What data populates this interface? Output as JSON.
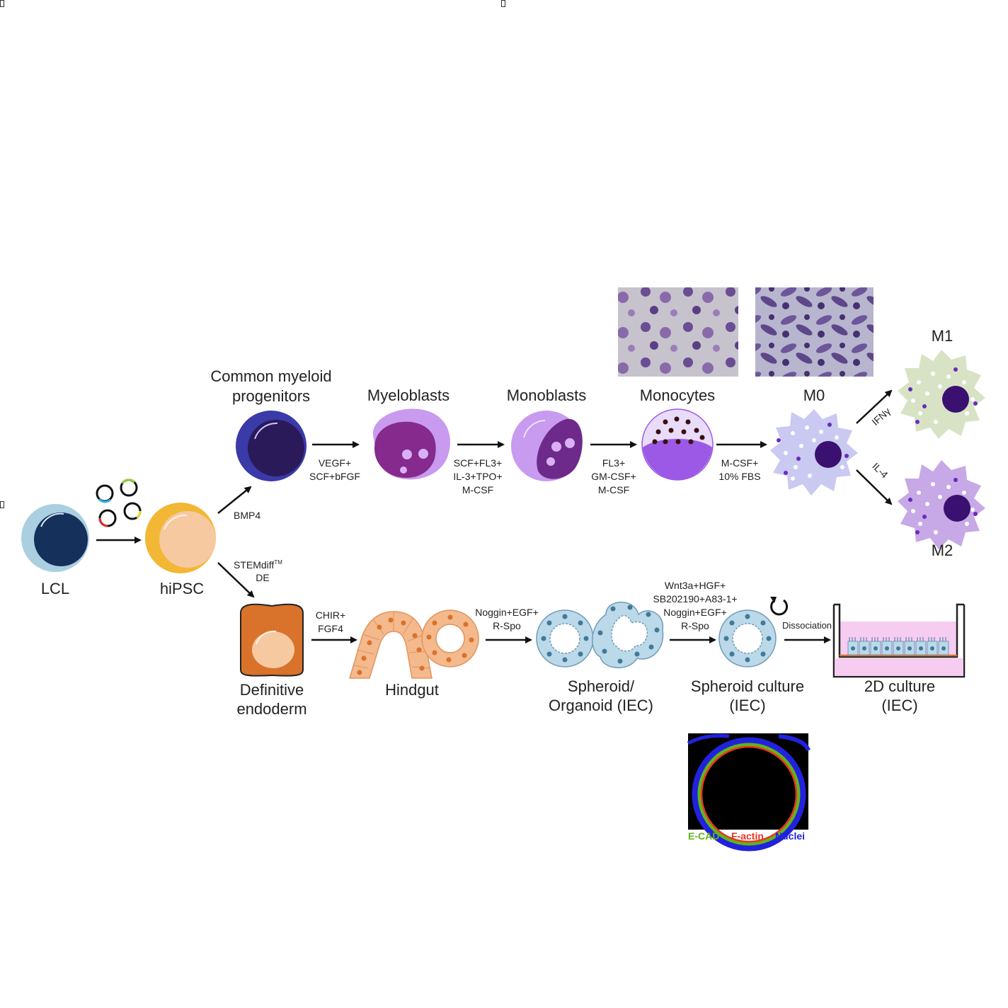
{
  "labels": {
    "lcl": "LCL",
    "hipsc": "hiPSC",
    "cmp_1": "Common myeloid",
    "cmp_2": "progenitors",
    "myeloblasts": "Myeloblasts",
    "monoblasts": "Monoblasts",
    "monocytes": "Monocytes",
    "m0": "M0",
    "m1": "M1",
    "m2": "M2",
    "de_1": "Definitive",
    "de_2": "endoderm",
    "hindgut": "Hindgut",
    "spheroid_1": "Spheroid/",
    "spheroid_2": "Organoid (IEC)",
    "culture_1": "Spheroid culture",
    "culture_2": "(IEC)",
    "twod_1": "2D culture",
    "twod_2": "(IEC)"
  },
  "factors": {
    "bmp4": "BMP4",
    "stemdiff_1": "STEMdiff",
    "stemdiff_tm": "TM",
    "stemdiff_2": "DE",
    "vegf_1": "VEGF+",
    "vegf_2": "SCF+bFGF",
    "scf_1": "SCF+FL3+",
    "scf_2": "IL-3+TPO+",
    "scf_3": "M-CSF",
    "fl3_1": "FL3+",
    "fl3_2": "GM-CSF+",
    "fl3_3": "M-CSF",
    "mcsf_1": "M-CSF+",
    "mcsf_2": "10% FBS",
    "ifng": "IFNγ",
    "il4": "IL-4",
    "chir_1": "CHIR+",
    "chir_2": "FGF4",
    "noggin_1": "Noggin+EGF+",
    "noggin_2": "R-Spo",
    "wnt_1": "Wnt3a+HGF+",
    "wnt_2": "SB202190+A83-1+",
    "wnt_3": "Noggin+EGF+",
    "wnt_4": "R-Spo",
    "dissociation": "Dissociation"
  },
  "legend": {
    "ecad": "E-CAD",
    "factin": "F-actin",
    "nuclei": "Nuclei"
  },
  "colors": {
    "lcl_outer": "#a9cfe0",
    "lcl_nucleus": "#15305a",
    "hipsc_outer": "#f2b734",
    "hipsc_inner": "#f6c9a0",
    "cmp": "#3a3aa8",
    "myeloblast": "#c89af0",
    "monocyte": "#9b59e6",
    "macrophage_m0": "#c9c9f2",
    "macrophage_m1": "#d8e3c6",
    "macrophage_m2": "#c6a9e6",
    "endoderm": "#d9722b",
    "hindgut": "#f4b98c",
    "epithelium": "#bcd9ea",
    "arrow": "#111111",
    "ecad": "#5fb51a",
    "factin": "#ee3322",
    "nuclei": "#2222dd"
  }
}
